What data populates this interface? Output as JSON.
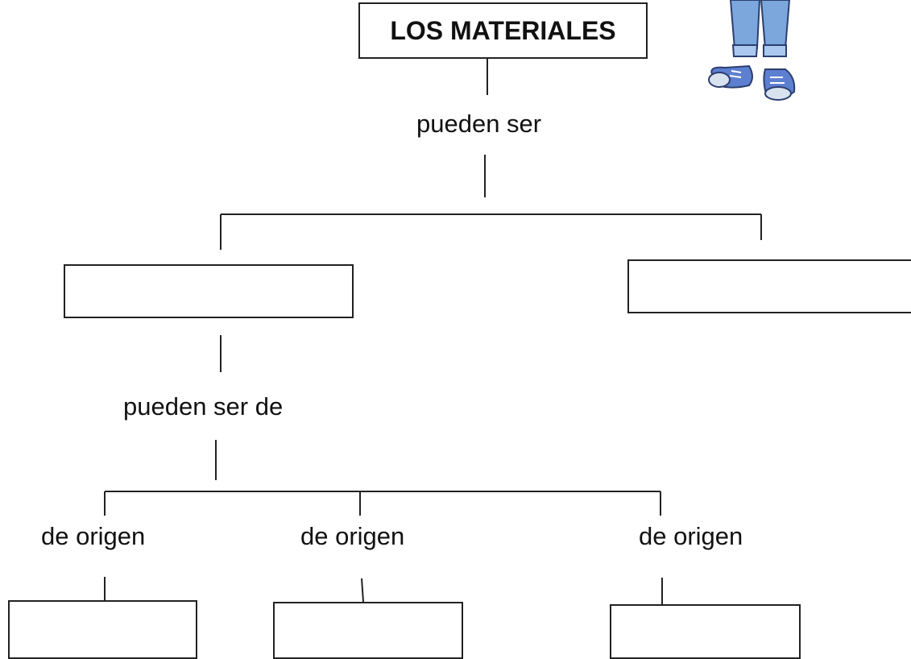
{
  "diagram": {
    "title": "LOS MATERIALES",
    "link_top": "pueden ser",
    "link_mid": "pueden ser de",
    "origin_labels": [
      "de origen",
      "de origen",
      "de origen"
    ]
  }
}
